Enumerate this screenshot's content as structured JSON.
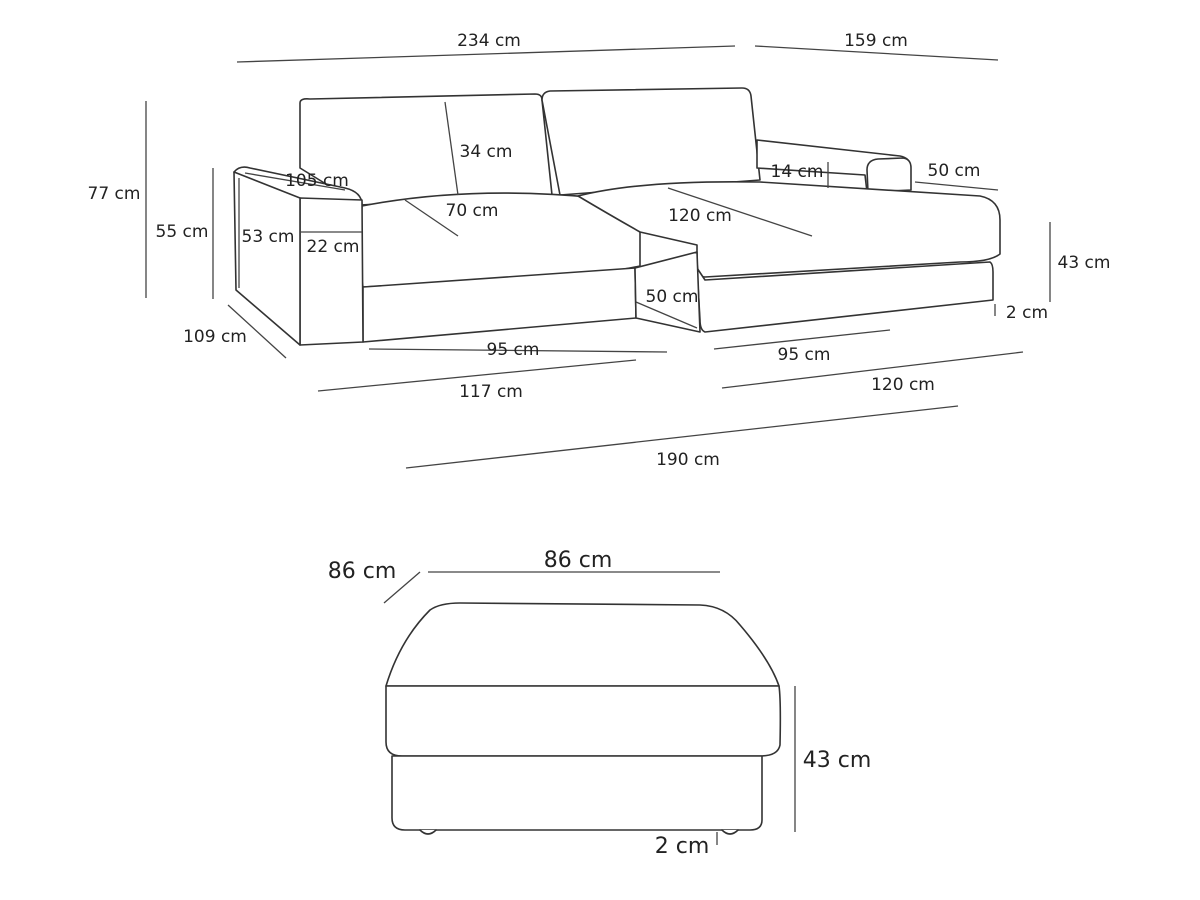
{
  "sofa": {
    "total_width": "234 cm",
    "chaise_depth": "159 cm",
    "total_height": "77 cm",
    "armrest_height": "55 cm",
    "armrest_inner_height": "53 cm",
    "armrest_depth": "105 cm",
    "armrest_width": "22 cm",
    "back_cushion_height": "34 cm",
    "seat_depth": "70 cm",
    "chaise_seat_depth": "120 cm",
    "chaise_arm_height": "14 cm",
    "chaise_arm_width": "50 cm",
    "seat_height": "43 cm",
    "leg_height": "2 cm",
    "chaise_gap_depth": "50 cm",
    "total_depth": "109 cm",
    "seat_width_left": "95 cm",
    "module_width_left": "117 cm",
    "seat_width_right": "95 cm",
    "module_width_right": "120 cm",
    "chaise_length": "190 cm"
  },
  "ottoman": {
    "depth": "86 cm",
    "width": "86 cm",
    "height": "43 cm",
    "leg_height": "2 cm"
  }
}
